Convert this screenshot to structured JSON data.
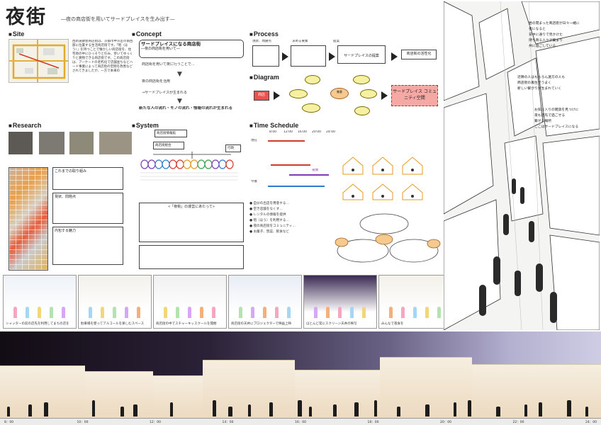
{
  "header": {
    "title": "夜街",
    "subtitle": "―夜の商店街を用いてサードプレイスを生み出す―"
  },
  "sections": {
    "site": "Site",
    "concept": "Concept",
    "process": "Process",
    "diagram": "Diagram",
    "research": "Research",
    "system": "System",
    "time_schedule": "Time Schedule"
  },
  "site": {
    "body": "西新道錦会商店街は、京都市中京区の南西部に位置する生活商店街です。「昭（ほう）」を持つことで懐かしい商店街を、住宅地の中にひっそりと佇み、歩いてゆっくりと買物できる商店街です。この商店街は、アーケードの老朽化で店舗並ちなどハード事業によって商店街の空間を改善などされてきましたが、一方で本来の"
  },
  "concept": {
    "box_title": "サードプレイスになる商店街",
    "box_sub": "―夜の商店街を用いて―",
    "line1": "商店街を用いて夜に行うことで…",
    "line2": "夜の商店街を活用",
    "line3": "→サードプレイスが生まれる",
    "line4": "新たな人の流れ・モノの流れ・情報の流れが生まれる"
  },
  "process": {
    "col1": "現状、問題点",
    "col2": "求める要素",
    "col3": "提案",
    "proposal": "サードプレイスの提案",
    "result": "商店街の活性化"
  },
  "diagram": {
    "center": "集客",
    "left": "商店",
    "pink": "サードプレイス コミュニティ空間"
  },
  "research": {
    "past_title": "これまでの取り組み",
    "now_title": "現状、問題点",
    "want_title": "内包する魅力"
  },
  "system": {
    "shop": "商店街情報館",
    "n1": "商店街組合",
    "n2": "行政",
    "caption": "«「夜街」の運営にあたって»"
  },
  "time_schedule": {
    "times": [
      "8:00",
      "12:00",
      "16:00",
      "20:00",
      "24:00"
    ],
    "row1": "現在",
    "row2": "今後",
    "night": "夜間"
  },
  "scenes": [
    {
      "caption": "シャッターの前の店先を利用してまちの店を"
    },
    {
      "caption": "駐車場を使ってアルコールを楽しむスペース"
    },
    {
      "caption": "商店街の中でスチャーキッスクールを開催"
    },
    {
      "caption": "商店街の天井にプロジェクターで映画上映"
    },
    {
      "caption": "ほとんど常にスクリーン天井の映写"
    },
    {
      "caption": "みんなで夜食を"
    }
  ],
  "timeline": {
    "labels": [
      "8：00",
      "10：00",
      "12：00",
      "14：00",
      "16：00",
      "18：00",
      "20：00",
      "22：00",
      "24：00"
    ]
  },
  "persp_notes": {
    "top": [
      "昼の閉まった商店街が日々一緒に",
      "夜になると",
      "日中に通りで見かけた",
      "持ち寄る人々が集まり",
      "共に過ごしている"
    ],
    "mid": [
      "近隣の人はもちろん遠方の人も",
      "商店街の再生がうまく",
      "新しい繋がりが生まれていく"
    ],
    "low": [
      "お気に入りの雑貨を見つけに",
      "夜も店先で過ごせる",
      "繋がる場所",
      "ここはサードプレイスになる"
    ]
  },
  "colors": {
    "accent_pink": "#f6a9a4",
    "accent_yellow": "#f6f0a2",
    "accent_orange": "#f6c98f",
    "accent_purple": "#8a3ab8",
    "accent_red": "#d33a2c"
  }
}
